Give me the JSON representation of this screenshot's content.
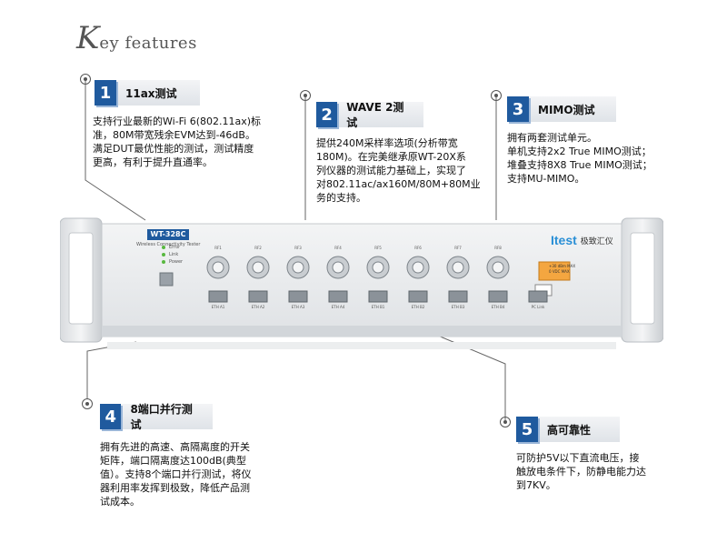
{
  "header": {
    "initial": "K",
    "rest": "ey features"
  },
  "features": [
    {
      "num": "1",
      "title": "11ax测试",
      "desc": "支持行业最新的Wi-Fi 6(802.11ax)标\n准，80M带宽残余EVM达到-46dB。\n满足DUT最优性能的测试，测试精度\n更高，有利于提升直通率。"
    },
    {
      "num": "2",
      "title": "WAVE 2测试",
      "desc": "提供240M采样率选项(分析带宽\n180M)。在完美继承原WT-20X系\n列仪器的测试能力基础上，实现了\n对802.11ac/ax160M/80M+80M业\n务的支持。"
    },
    {
      "num": "3",
      "title": "MIMO测试",
      "desc": "拥有两套测试单元。\n单机支持2x2 True MIMO测试；\n堆叠支持8X8 True MIMO测试；\n支持MU-MIMO。"
    },
    {
      "num": "4",
      "title": "8端口并行测试",
      "desc": "拥有先进的高速、高隔离度的开关\n矩阵，端口隔离度达100dB(典型\n值）。支持8个端口并行测试，将仪\n器利用率发挥到极致，降低产品测\n试成本。"
    },
    {
      "num": "5",
      "title": "高可靠性",
      "desc": "可防护5V以下直流电压，接\n触放电条件下，防静电能力达\n到7KV。"
    }
  ],
  "device": {
    "model": "WT-328C",
    "subtitle": "Wireless Connectivity Tester",
    "brand": "Itest",
    "brand_cn": "极致汇仪",
    "leds": [
      "Error",
      "Link",
      "Power"
    ],
    "rf_ports": [
      "RF1",
      "RF2",
      "RF3",
      "RF4",
      "RF5",
      "RF6",
      "RF7",
      "RF8"
    ],
    "eth_ports": [
      "ETH A1",
      "ETH A2",
      "ETH A3",
      "ETH A4",
      "ETH B1",
      "ETH B2",
      "ETH B3",
      "ETH B4",
      "PC Link"
    ],
    "warning": [
      "+30 dBm MAX",
      "0 VDC MAX"
    ]
  },
  "colors": {
    "accent": "#1f5a9e",
    "panel": "#e9ecef"
  }
}
